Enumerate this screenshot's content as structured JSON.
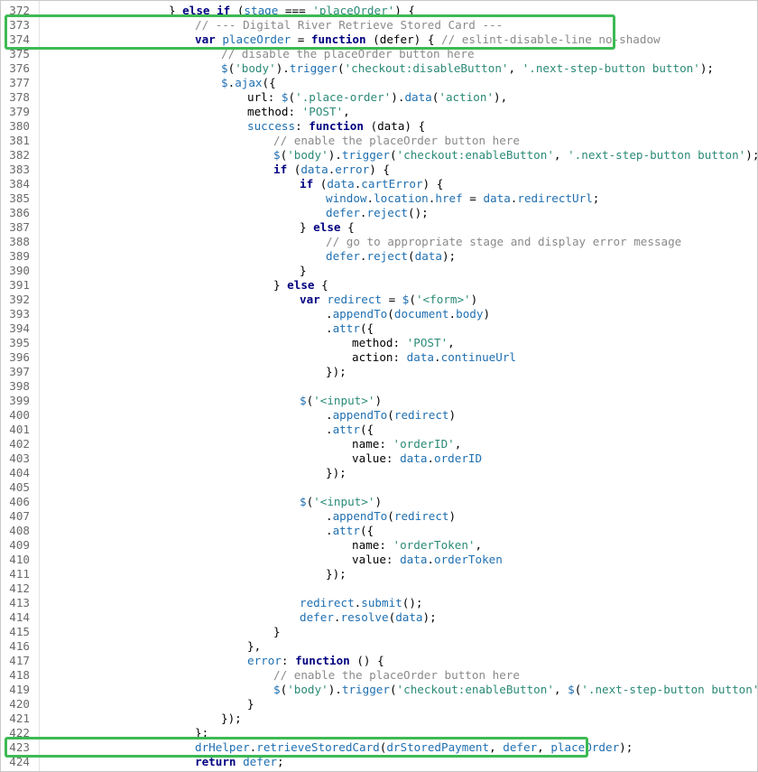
{
  "editor": {
    "lines": [
      {
        "n": "372",
        "indent": 5,
        "t": [
          [
            "p",
            "} "
          ],
          [
            "k",
            "else if"
          ],
          [
            "p",
            " ("
          ],
          [
            "m",
            "stage"
          ],
          [
            "p",
            " === "
          ],
          [
            "s",
            "'placeOrder'"
          ],
          [
            "p",
            ") {"
          ]
        ]
      },
      {
        "n": "373",
        "indent": 6,
        "t": [
          [
            "c",
            "// --- Digital River Retrieve Stored Card ---"
          ]
        ]
      },
      {
        "n": "374",
        "indent": 6,
        "t": [
          [
            "k",
            "var"
          ],
          [
            "p",
            " "
          ],
          [
            "m",
            "placeOrder"
          ],
          [
            "p",
            " = "
          ],
          [
            "k",
            "function"
          ],
          [
            "p",
            " (defer) { "
          ],
          [
            "c",
            "// eslint-disable-line no-shadow"
          ]
        ]
      },
      {
        "n": "375",
        "indent": 7,
        "t": [
          [
            "c",
            "// disable the placeOrder button here"
          ]
        ]
      },
      {
        "n": "376",
        "indent": 7,
        "t": [
          [
            "m",
            "$"
          ],
          [
            "p",
            "("
          ],
          [
            "s",
            "'body'"
          ],
          [
            "p",
            ")."
          ],
          [
            "m",
            "trigger"
          ],
          [
            "p",
            "("
          ],
          [
            "s",
            "'checkout:disableButton'"
          ],
          [
            "p",
            ", "
          ],
          [
            "s",
            "'.next-step-button button'"
          ],
          [
            "p",
            ");"
          ]
        ]
      },
      {
        "n": "377",
        "indent": 7,
        "t": [
          [
            "m",
            "$"
          ],
          [
            "p",
            "."
          ],
          [
            "m",
            "ajax"
          ],
          [
            "p",
            "({"
          ]
        ]
      },
      {
        "n": "378",
        "indent": 8,
        "t": [
          [
            "p",
            "url: "
          ],
          [
            "m",
            "$"
          ],
          [
            "p",
            "("
          ],
          [
            "s",
            "'.place-order'"
          ],
          [
            "p",
            ")."
          ],
          [
            "m",
            "data"
          ],
          [
            "p",
            "("
          ],
          [
            "s",
            "'action'"
          ],
          [
            "p",
            "),"
          ]
        ]
      },
      {
        "n": "379",
        "indent": 8,
        "t": [
          [
            "p",
            "method: "
          ],
          [
            "s",
            "'POST'"
          ],
          [
            "p",
            ","
          ]
        ]
      },
      {
        "n": "380",
        "indent": 8,
        "t": [
          [
            "m",
            "success"
          ],
          [
            "p",
            ": "
          ],
          [
            "k",
            "function"
          ],
          [
            "p",
            " (data) {"
          ]
        ]
      },
      {
        "n": "381",
        "indent": 9,
        "t": [
          [
            "c",
            "// enable the placeOrder button here"
          ]
        ]
      },
      {
        "n": "382",
        "indent": 9,
        "t": [
          [
            "m",
            "$"
          ],
          [
            "p",
            "("
          ],
          [
            "s",
            "'body'"
          ],
          [
            "p",
            ")."
          ],
          [
            "m",
            "trigger"
          ],
          [
            "p",
            "("
          ],
          [
            "s",
            "'checkout:enableButton'"
          ],
          [
            "p",
            ", "
          ],
          [
            "s",
            "'.next-step-button button'"
          ],
          [
            "p",
            ");"
          ]
        ]
      },
      {
        "n": "383",
        "indent": 9,
        "t": [
          [
            "k",
            "if"
          ],
          [
            "p",
            " ("
          ],
          [
            "m",
            "data"
          ],
          [
            "p",
            "."
          ],
          [
            "m",
            "error"
          ],
          [
            "p",
            ") {"
          ]
        ]
      },
      {
        "n": "384",
        "indent": 10,
        "t": [
          [
            "k",
            "if"
          ],
          [
            "p",
            " ("
          ],
          [
            "m",
            "data"
          ],
          [
            "p",
            "."
          ],
          [
            "m",
            "cartError"
          ],
          [
            "p",
            ") {"
          ]
        ]
      },
      {
        "n": "385",
        "indent": 11,
        "t": [
          [
            "m",
            "window"
          ],
          [
            "p",
            "."
          ],
          [
            "m",
            "location"
          ],
          [
            "p",
            "."
          ],
          [
            "m",
            "href"
          ],
          [
            "p",
            " = "
          ],
          [
            "m",
            "data"
          ],
          [
            "p",
            "."
          ],
          [
            "m",
            "redirectUrl"
          ],
          [
            "p",
            ";"
          ]
        ]
      },
      {
        "n": "386",
        "indent": 11,
        "t": [
          [
            "m",
            "defer"
          ],
          [
            "p",
            "."
          ],
          [
            "m",
            "reject"
          ],
          [
            "p",
            "();"
          ]
        ]
      },
      {
        "n": "387",
        "indent": 10,
        "t": [
          [
            "p",
            "} "
          ],
          [
            "k",
            "else"
          ],
          [
            "p",
            " {"
          ]
        ]
      },
      {
        "n": "388",
        "indent": 11,
        "t": [
          [
            "c",
            "// go to appropriate stage and display error message"
          ]
        ]
      },
      {
        "n": "389",
        "indent": 11,
        "t": [
          [
            "m",
            "defer"
          ],
          [
            "p",
            "."
          ],
          [
            "m",
            "reject"
          ],
          [
            "p",
            "("
          ],
          [
            "m",
            "data"
          ],
          [
            "p",
            ");"
          ]
        ]
      },
      {
        "n": "390",
        "indent": 10,
        "t": [
          [
            "p",
            "}"
          ]
        ]
      },
      {
        "n": "391",
        "indent": 9,
        "t": [
          [
            "p",
            "} "
          ],
          [
            "k",
            "else"
          ],
          [
            "p",
            " {"
          ]
        ]
      },
      {
        "n": "392",
        "indent": 10,
        "t": [
          [
            "k",
            "var"
          ],
          [
            "p",
            " "
          ],
          [
            "m",
            "redirect"
          ],
          [
            "p",
            " = "
          ],
          [
            "m",
            "$"
          ],
          [
            "p",
            "("
          ],
          [
            "s",
            "'<form>'"
          ],
          [
            "p",
            ")"
          ]
        ]
      },
      {
        "n": "393",
        "indent": 11,
        "t": [
          [
            "p",
            "."
          ],
          [
            "m",
            "appendTo"
          ],
          [
            "p",
            "("
          ],
          [
            "m",
            "document"
          ],
          [
            "p",
            "."
          ],
          [
            "m",
            "body"
          ],
          [
            "p",
            ")"
          ]
        ]
      },
      {
        "n": "394",
        "indent": 11,
        "t": [
          [
            "p",
            "."
          ],
          [
            "m",
            "attr"
          ],
          [
            "p",
            "({"
          ]
        ]
      },
      {
        "n": "395",
        "indent": 12,
        "t": [
          [
            "p",
            "method: "
          ],
          [
            "s",
            "'POST'"
          ],
          [
            "p",
            ","
          ]
        ]
      },
      {
        "n": "396",
        "indent": 12,
        "t": [
          [
            "p",
            "action: "
          ],
          [
            "m",
            "data"
          ],
          [
            "p",
            "."
          ],
          [
            "m",
            "continueUrl"
          ]
        ]
      },
      {
        "n": "397",
        "indent": 11,
        "t": [
          [
            "p",
            "});"
          ]
        ]
      },
      {
        "n": "398",
        "indent": 0,
        "t": []
      },
      {
        "n": "399",
        "indent": 10,
        "t": [
          [
            "m",
            "$"
          ],
          [
            "p",
            "("
          ],
          [
            "s",
            "'<input>'"
          ],
          [
            "p",
            ")"
          ]
        ]
      },
      {
        "n": "400",
        "indent": 11,
        "t": [
          [
            "p",
            "."
          ],
          [
            "m",
            "appendTo"
          ],
          [
            "p",
            "("
          ],
          [
            "m",
            "redirect"
          ],
          [
            "p",
            ")"
          ]
        ]
      },
      {
        "n": "401",
        "indent": 11,
        "t": [
          [
            "p",
            "."
          ],
          [
            "m",
            "attr"
          ],
          [
            "p",
            "({"
          ]
        ]
      },
      {
        "n": "402",
        "indent": 12,
        "t": [
          [
            "p",
            "name: "
          ],
          [
            "s",
            "'orderID'"
          ],
          [
            "p",
            ","
          ]
        ]
      },
      {
        "n": "403",
        "indent": 12,
        "t": [
          [
            "p",
            "value: "
          ],
          [
            "m",
            "data"
          ],
          [
            "p",
            "."
          ],
          [
            "m",
            "orderID"
          ]
        ]
      },
      {
        "n": "404",
        "indent": 11,
        "t": [
          [
            "p",
            "});"
          ]
        ]
      },
      {
        "n": "405",
        "indent": 0,
        "t": []
      },
      {
        "n": "406",
        "indent": 10,
        "t": [
          [
            "m",
            "$"
          ],
          [
            "p",
            "("
          ],
          [
            "s",
            "'<input>'"
          ],
          [
            "p",
            ")"
          ]
        ]
      },
      {
        "n": "407",
        "indent": 11,
        "t": [
          [
            "p",
            "."
          ],
          [
            "m",
            "appendTo"
          ],
          [
            "p",
            "("
          ],
          [
            "m",
            "redirect"
          ],
          [
            "p",
            ")"
          ]
        ]
      },
      {
        "n": "408",
        "indent": 11,
        "t": [
          [
            "p",
            "."
          ],
          [
            "m",
            "attr"
          ],
          [
            "p",
            "({"
          ]
        ]
      },
      {
        "n": "409",
        "indent": 12,
        "t": [
          [
            "p",
            "name: "
          ],
          [
            "s",
            "'orderToken'"
          ],
          [
            "p",
            ","
          ]
        ]
      },
      {
        "n": "410",
        "indent": 12,
        "t": [
          [
            "p",
            "value: "
          ],
          [
            "m",
            "data"
          ],
          [
            "p",
            "."
          ],
          [
            "m",
            "orderToken"
          ]
        ]
      },
      {
        "n": "411",
        "indent": 11,
        "t": [
          [
            "p",
            "});"
          ]
        ]
      },
      {
        "n": "412",
        "indent": 0,
        "t": []
      },
      {
        "n": "413",
        "indent": 10,
        "t": [
          [
            "m",
            "redirect"
          ],
          [
            "p",
            "."
          ],
          [
            "m",
            "submit"
          ],
          [
            "p",
            "();"
          ]
        ]
      },
      {
        "n": "414",
        "indent": 10,
        "t": [
          [
            "m",
            "defer"
          ],
          [
            "p",
            "."
          ],
          [
            "m",
            "resolve"
          ],
          [
            "p",
            "("
          ],
          [
            "m",
            "data"
          ],
          [
            "p",
            ");"
          ]
        ]
      },
      {
        "n": "415",
        "indent": 9,
        "t": [
          [
            "p",
            "}"
          ]
        ]
      },
      {
        "n": "416",
        "indent": 8,
        "t": [
          [
            "p",
            "},"
          ]
        ]
      },
      {
        "n": "417",
        "indent": 8,
        "t": [
          [
            "m",
            "error"
          ],
          [
            "p",
            ": "
          ],
          [
            "k",
            "function"
          ],
          [
            "p",
            " () {"
          ]
        ]
      },
      {
        "n": "418",
        "indent": 9,
        "t": [
          [
            "c",
            "// enable the placeOrder button here"
          ]
        ]
      },
      {
        "n": "419",
        "indent": 9,
        "t": [
          [
            "m",
            "$"
          ],
          [
            "p",
            "("
          ],
          [
            "s",
            "'body'"
          ],
          [
            "p",
            ")."
          ],
          [
            "m",
            "trigger"
          ],
          [
            "p",
            "("
          ],
          [
            "s",
            "'checkout:enableButton'"
          ],
          [
            "p",
            ", "
          ],
          [
            "m",
            "$"
          ],
          [
            "p",
            "("
          ],
          [
            "s",
            "'.next-step-button button'"
          ],
          [
            "p",
            "));"
          ]
        ]
      },
      {
        "n": "420",
        "indent": 8,
        "t": [
          [
            "p",
            "}"
          ]
        ]
      },
      {
        "n": "421",
        "indent": 7,
        "t": [
          [
            "p",
            "});"
          ]
        ]
      },
      {
        "n": "422",
        "indent": 6,
        "t": [
          [
            "p",
            "};"
          ]
        ]
      },
      {
        "n": "423",
        "indent": 6,
        "t": [
          [
            "m",
            "drHelper"
          ],
          [
            "p",
            "."
          ],
          [
            "m",
            "retrieveStoredCard"
          ],
          [
            "p",
            "("
          ],
          [
            "m",
            "drStoredPayment"
          ],
          [
            "p",
            ", "
          ],
          [
            "m",
            "defer"
          ],
          [
            "p",
            ", "
          ],
          [
            "m",
            "placeOrder"
          ],
          [
            "p",
            ");"
          ]
        ]
      },
      {
        "n": "424",
        "indent": 6,
        "t": [
          [
            "k",
            "return"
          ],
          [
            "p",
            " "
          ],
          [
            "m",
            "defer"
          ],
          [
            "p",
            ";"
          ]
        ]
      }
    ]
  },
  "highlights": [
    {
      "from": "373",
      "to": "374"
    },
    {
      "from": "423",
      "to": "423"
    }
  ],
  "colors": {
    "highlight_border": "#3dba54",
    "comment": "#8a8a8a",
    "string": "#2b8a77",
    "keyword": "#000080",
    "member": "#1f6fb0"
  }
}
